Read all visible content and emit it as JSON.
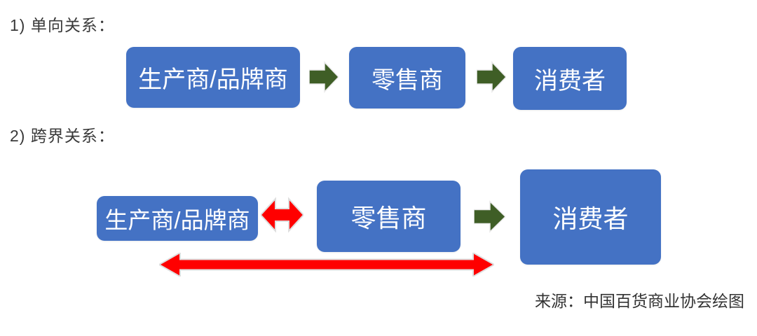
{
  "colors": {
    "box_fill": "#4472c4",
    "box_text": "#ffffff",
    "green_arrow": "#3f5e26",
    "red_arrow": "#ff0000",
    "heading_text": "#3a3a3a",
    "source_text": "#333333"
  },
  "sections": [
    {
      "heading": "1) 单向关系：",
      "boxes": [
        {
          "label": "生产商/品牌商"
        },
        {
          "label": "零售商"
        },
        {
          "label": "消费者"
        }
      ],
      "connectors": [
        "right-arrow",
        "right-arrow"
      ]
    },
    {
      "heading": "2) 跨界关系：",
      "boxes": [
        {
          "label": "生产商/品牌商"
        },
        {
          "label": "零售商"
        },
        {
          "label": "消费者"
        }
      ],
      "connectors": [
        "double-arrow",
        "right-arrow",
        "long-double-arrow"
      ]
    }
  ],
  "source_note": "来源：中国百货商业协会绘图"
}
